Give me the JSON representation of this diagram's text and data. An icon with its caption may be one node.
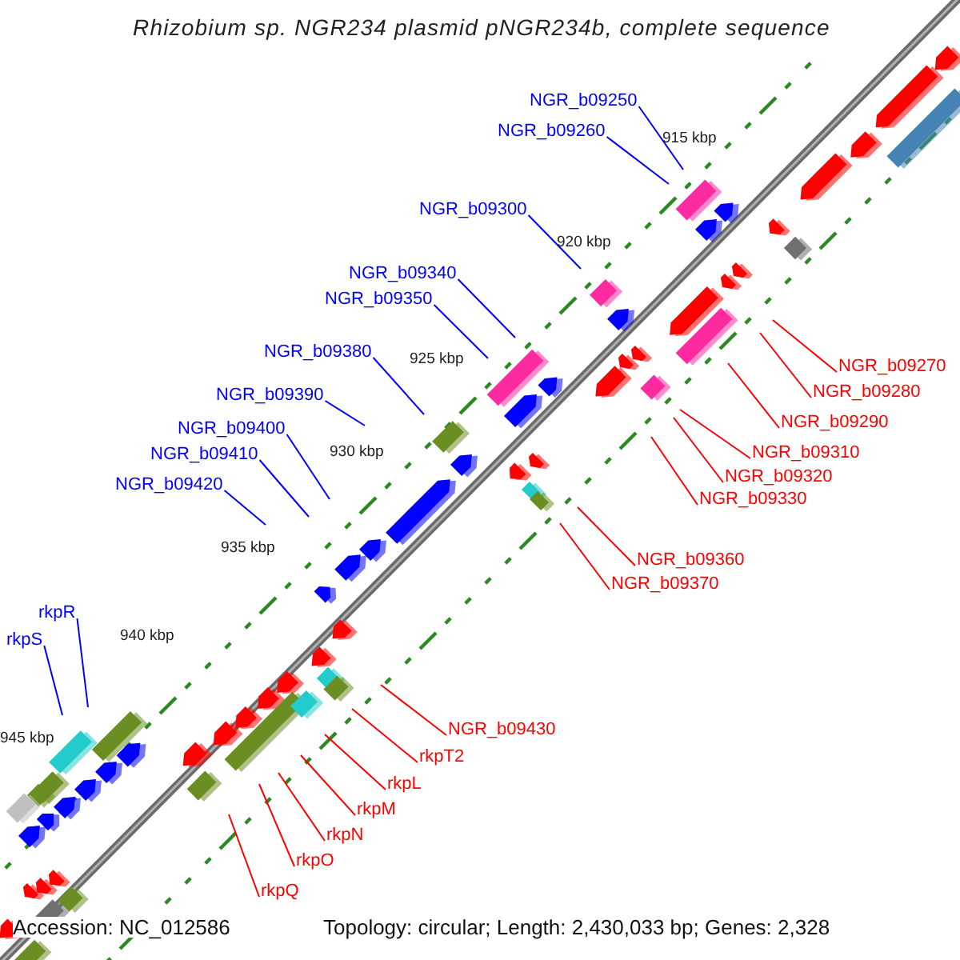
{
  "diagram": {
    "title": "Rhizobium sp. NGR234 plasmid pNGR234b, complete sequence",
    "nodes": [
      {
        "text": [
          "NGR_b09250"
        ]
      },
      {
        "text": [
          "NGR_b09260"
        ]
      },
      {
        "text": [
          "NGR_b09300"
        ]
      },
      {
        "text": [
          "NGR_b09340"
        ]
      },
      {
        "text": [
          "NGR_b09350"
        ]
      },
      {
        "text": [
          "NGR_b09380"
        ]
      },
      {
        "text": [
          "NGR_b09390"
        ]
      },
      {
        "text": [
          "NGR_b09400"
        ]
      },
      {
        "text": [
          "NGR_b09410"
        ]
      },
      {
        "text": [
          "NGR_b09420"
        ]
      },
      {
        "text": [
          "rkpR"
        ]
      },
      {
        "text": [
          "rkpS"
        ]
      },
      {
        "text": [
          "NGR_b09270"
        ]
      },
      {
        "text": [
          "NGR_b09280"
        ]
      },
      {
        "text": [
          "NGR_b09290"
        ]
      },
      {
        "text": [
          "NGR_b09310"
        ]
      },
      {
        "text": [
          "NGR_b09320"
        ]
      },
      {
        "text": [
          "NGR_b09330"
        ]
      },
      {
        "text": [
          "NGR_b09360"
        ]
      },
      {
        "text": [
          "NGR_b09370"
        ]
      },
      {
        "text": [
          "NGR_b09430"
        ]
      },
      {
        "text": [
          "rkpT2"
        ]
      },
      {
        "text": [
          "rkpL"
        ]
      },
      {
        "text": [
          "rkpM"
        ]
      },
      {
        "text": [
          "rkpN"
        ]
      },
      {
        "text": [
          "rkpO"
        ]
      },
      {
        "text": [
          "rkpQ"
        ]
      }
    ],
    "edges": [
      {
        "from": 0,
        "to": null,
        "arrow": "none",
        "color": "#0000ff"
      },
      {
        "from": 1,
        "to": null,
        "arrow": "none",
        "color": "#0000ff"
      },
      {
        "from": 2,
        "to": null,
        "arrow": "none",
        "color": "#0000ff"
      },
      {
        "from": 3,
        "to": null,
        "arrow": "none",
        "color": "#0000ff"
      },
      {
        "from": 4,
        "to": null,
        "arrow": "none",
        "color": "#0000ff"
      },
      {
        "from": 5,
        "to": null,
        "arrow": "none",
        "color": "#0000ff"
      },
      {
        "from": 6,
        "to": null,
        "arrow": "none",
        "color": "#0000ff"
      },
      {
        "from": 7,
        "to": null,
        "arrow": "none",
        "color": "#0000ff"
      },
      {
        "from": 8,
        "to": null,
        "arrow": "none",
        "color": "#0000ff"
      },
      {
        "from": 9,
        "to": null,
        "arrow": "none",
        "color": "#0000ff"
      },
      {
        "from": 10,
        "to": null,
        "arrow": "none",
        "color": "#0000ff"
      },
      {
        "from": 11,
        "to": null,
        "arrow": "none",
        "color": "#0000ff"
      },
      {
        "from": 12,
        "to": null,
        "arrow": "none"
      },
      {
        "from": 13,
        "to": null,
        "arrow": "none"
      },
      {
        "from": 14,
        "to": null,
        "arrow": "none"
      },
      {
        "from": 15,
        "to": null,
        "arrow": "none"
      },
      {
        "from": 16,
        "to": null,
        "arrow": "none"
      },
      {
        "from": 17,
        "to": null,
        "arrow": "none"
      },
      {
        "from": 18,
        "to": null,
        "arrow": "none"
      },
      {
        "from": 19,
        "to": null,
        "arrow": "none"
      },
      {
        "from": 20,
        "to": null,
        "arrow": "none"
      },
      {
        "from": 21,
        "to": null,
        "arrow": "none"
      },
      {
        "from": 22,
        "to": null,
        "arrow": "none"
      },
      {
        "from": 23,
        "to": null,
        "arrow": "none"
      },
      {
        "from": 24,
        "to": null,
        "arrow": "none"
      },
      {
        "from": 25,
        "to": null,
        "arrow": "none"
      },
      {
        "from": 26,
        "to": null,
        "arrow": "none"
      }
    ],
    "labels": [
      "915 kbp",
      "920 kbp",
      "925 kbp",
      "930 kbp",
      "935 kbp",
      "940 kbp",
      "945 kbp",
      "Accession: NC_012586",
      "Topology: circular; Length: 2,430,033 bp; Genes: 2,328"
    ]
  }
}
